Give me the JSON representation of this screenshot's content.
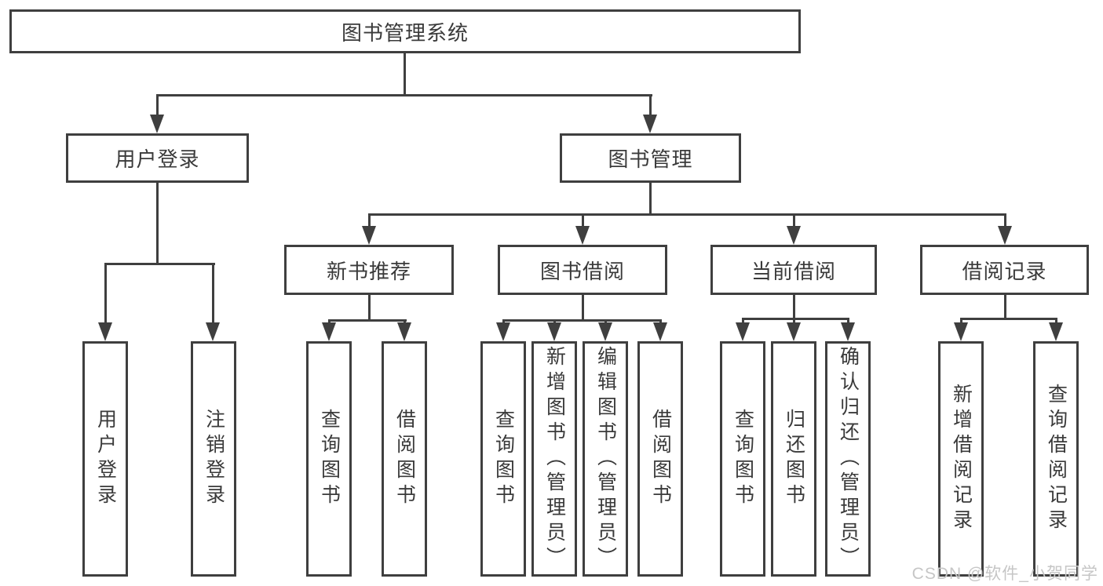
{
  "diagram": {
    "title": "图书管理系统",
    "type": "hierarchy-tree",
    "colors": {
      "line": "#3f3f3f",
      "text": "#3a3a3a",
      "box_bg": "#ffffff",
      "watermark": "#c6c6c6"
    }
  },
  "nodes": {
    "root": {
      "label": "图书管理系统"
    },
    "level2": [
      {
        "label": "用户登录"
      },
      {
        "label": "图书管理"
      }
    ],
    "level3": [
      {
        "label": "新书推荐"
      },
      {
        "label": "图书借阅"
      },
      {
        "label": "当前借阅"
      },
      {
        "label": "借阅记录"
      }
    ],
    "leaves": {
      "user_login": [
        "用户登录",
        "注销登录"
      ],
      "new_book_recommend": [
        "查询图书",
        "借阅图书"
      ],
      "book_borrow": [
        "查询图书",
        "新增图书（管理员）",
        "编辑图书（管理员）",
        "借阅图书"
      ],
      "current_borrow": [
        "查询图书",
        "归还图书",
        "确认归还（管理员）"
      ],
      "borrow_records": [
        "新增借阅记录",
        "查询借阅记录"
      ]
    }
  },
  "watermark": {
    "text": "CSDN @软件_小贺同学"
  }
}
